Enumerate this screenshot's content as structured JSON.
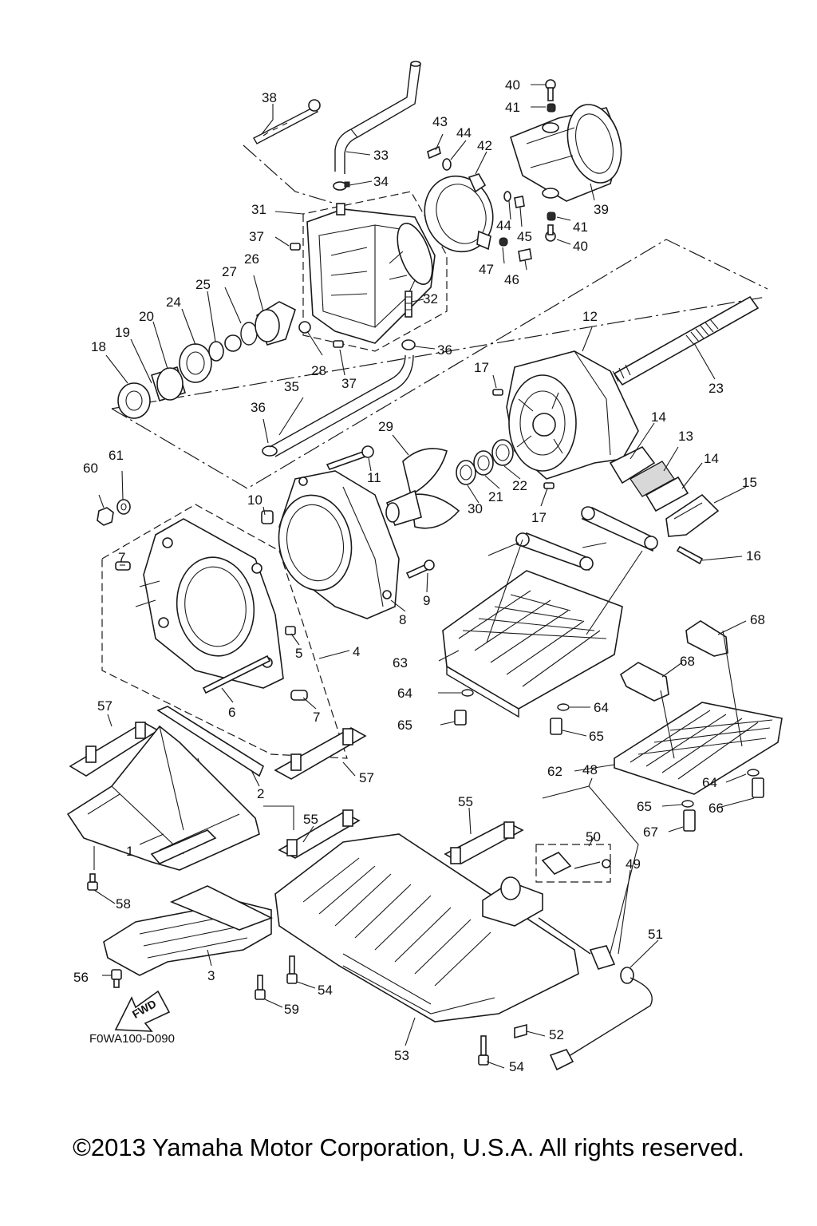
{
  "diagram": {
    "drawing_code": "F0WA100-D090",
    "forward_marker": "FWD",
    "callouts": [
      "1",
      "2",
      "3",
      "4",
      "5",
      "6",
      "7",
      "7",
      "8",
      "9",
      "10",
      "11",
      "12",
      "13",
      "14",
      "14",
      "15",
      "16",
      "17",
      "17",
      "18",
      "19",
      "20",
      "21",
      "22",
      "23",
      "24",
      "25",
      "26",
      "27",
      "28",
      "29",
      "30",
      "31",
      "32",
      "33",
      "34",
      "35",
      "36",
      "36",
      "37",
      "37",
      "38",
      "39",
      "40",
      "40",
      "41",
      "41",
      "42",
      "43",
      "44",
      "44",
      "45",
      "46",
      "47",
      "48",
      "49",
      "50",
      "51",
      "52",
      "53",
      "54",
      "54",
      "55",
      "55",
      "56",
      "57",
      "57",
      "58",
      "59",
      "60",
      "61",
      "62",
      "63",
      "64",
      "64",
      "64",
      "65",
      "65",
      "65",
      "66",
      "67",
      "68",
      "68"
    ]
  },
  "footer": {
    "copyright": "©2013 Yamaha Motor Corporation, U.S.A. All rights reserved."
  }
}
